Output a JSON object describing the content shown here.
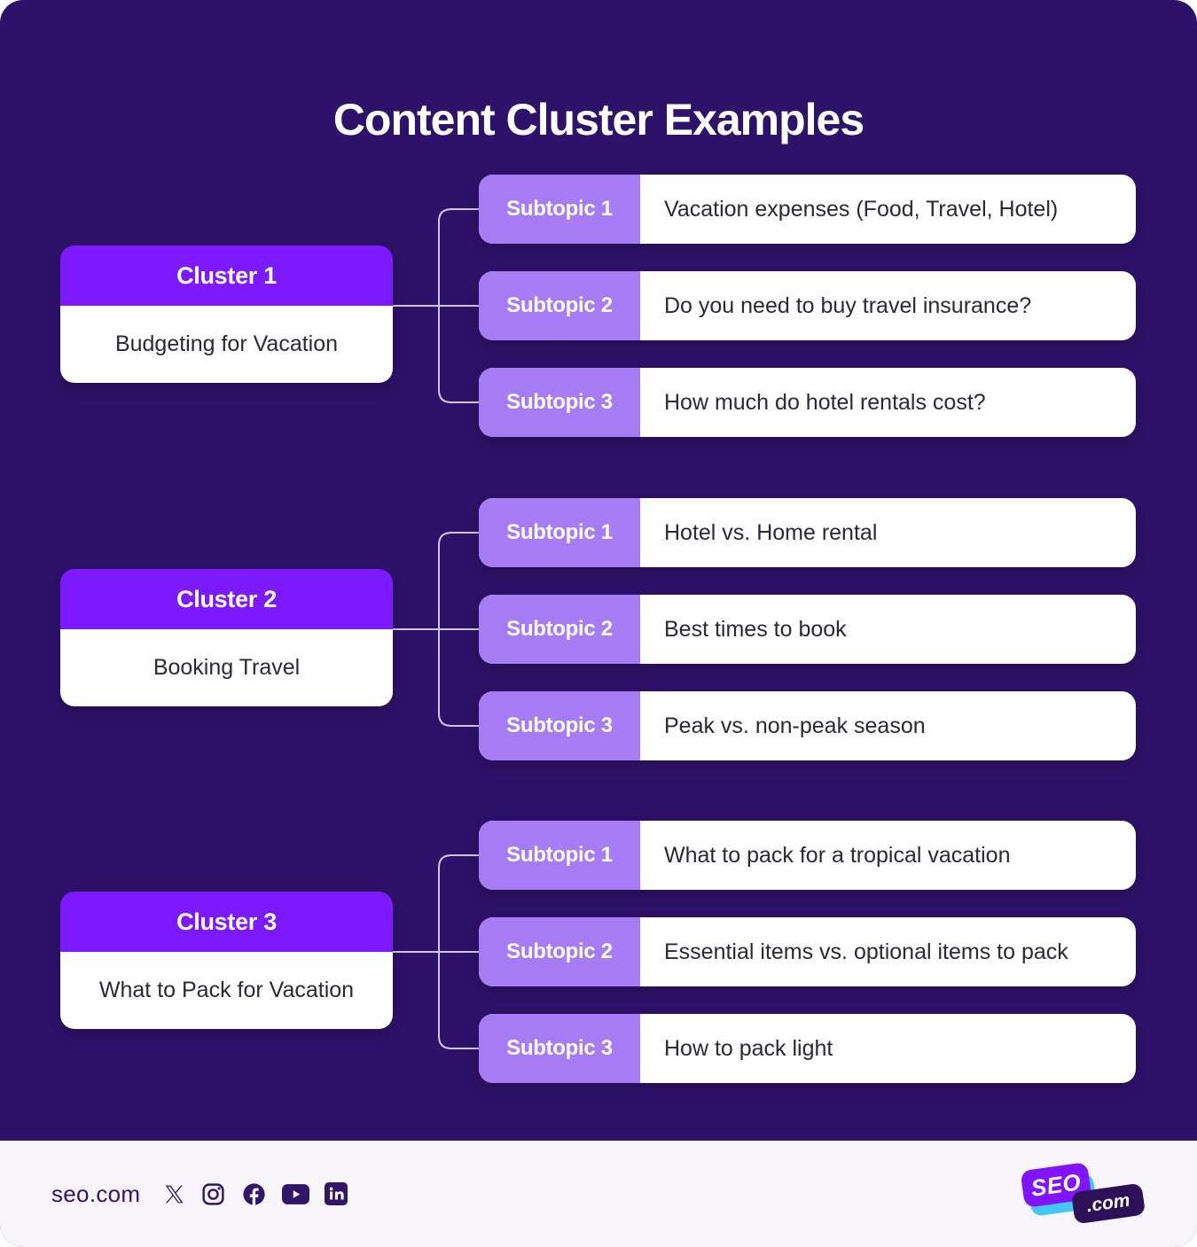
{
  "title": "Content Cluster Examples",
  "colors": {
    "bg": "#2E1168",
    "purple": "#7D1AFD",
    "lilac": "#A77BF3",
    "ink": "#2B2838",
    "line": "#CFC8E2",
    "footerbg": "#F7F4FA",
    "deep": "#321566",
    "cyan": "#45C7F4",
    "logopurple": "#8214FB",
    "logodark": "#2D1057"
  },
  "clusters": [
    {
      "label": "Cluster 1",
      "topic": "Budgeting for Vacation",
      "subtopics": [
        {
          "label": "Subtopic 1",
          "text": "Vacation expenses (Food, Travel, Hotel)"
        },
        {
          "label": "Subtopic 2",
          "text": "Do you need to buy travel insurance?"
        },
        {
          "label": "Subtopic 3",
          "text": "How much do hotel rentals cost?"
        }
      ]
    },
    {
      "label": "Cluster 2",
      "topic": "Booking Travel",
      "subtopics": [
        {
          "label": "Subtopic 1",
          "text": "Hotel vs. Home rental"
        },
        {
          "label": "Subtopic 2",
          "text": "Best times to book"
        },
        {
          "label": "Subtopic 3",
          "text": "Peak vs. non-peak season"
        }
      ]
    },
    {
      "label": "Cluster 3",
      "topic": "What to Pack for Vacation",
      "subtopics": [
        {
          "label": "Subtopic 1",
          "text": "What to pack for a tropical vacation"
        },
        {
          "label": "Subtopic 2",
          "text": "Essential items vs. optional items to pack"
        },
        {
          "label": "Subtopic 3",
          "text": "How to pack light"
        }
      ]
    }
  ],
  "footer": {
    "site": "seo.com",
    "social_icons": [
      "x-icon",
      "instagram-icon",
      "facebook-icon",
      "youtube-icon",
      "linkedin-icon"
    ],
    "logo_seo": "SEO",
    "logo_com": ".com"
  }
}
